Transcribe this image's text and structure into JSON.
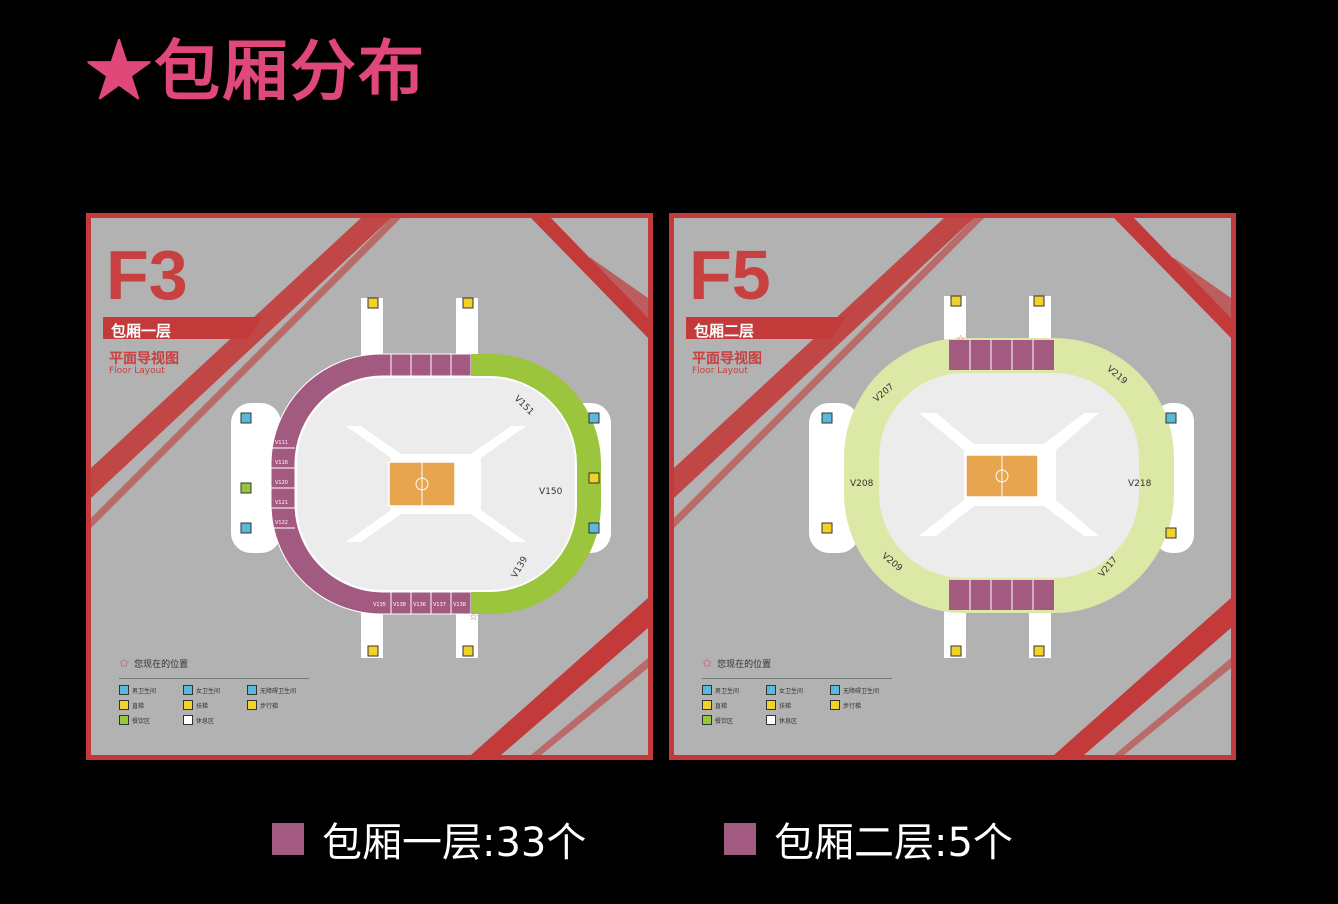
{
  "title": "★包厢分布",
  "colors": {
    "accent": "#e0487a",
    "panel_border": "#c23a3a",
    "box_purple": "#a35a80",
    "box_green": "#9bc53d",
    "box_lightgreen": "#dbe8a6",
    "court": "#e8a550",
    "panel_bg": "#b2b2b2"
  },
  "panels": [
    {
      "floor_code": "F3",
      "floor_name": "包厢一层",
      "subtitle": "平面导视图",
      "subtitle_en": "Floor Layout",
      "box_labels": [
        "V151",
        "V150",
        "V139",
        "V111",
        "V116",
        "V120",
        "V121",
        "V122",
        "V135",
        "V138",
        "V136",
        "V137",
        "V138"
      ],
      "legend": {
        "you_are_here": "您现在的位置",
        "items": [
          {
            "icon": "male-restroom-icon",
            "label": "男卫生间"
          },
          {
            "icon": "female-restroom-icon",
            "label": "女卫生间"
          },
          {
            "icon": "accessible-restroom-icon",
            "label": "无障碍卫生间"
          },
          {
            "icon": "elevator-icon",
            "label": "直梯"
          },
          {
            "icon": "escalator-icon",
            "label": "扶梯"
          },
          {
            "icon": "stairs-icon",
            "label": "步行梯"
          },
          {
            "icon": "food-area-icon",
            "label": "餐饮区"
          },
          {
            "icon": "smoking-area-icon",
            "label": "休息区"
          }
        ]
      }
    },
    {
      "floor_code": "F5",
      "floor_name": "包厢二层",
      "subtitle": "平面导视图",
      "subtitle_en": "Floor Layout",
      "box_labels": [
        "V207",
        "V219",
        "V208",
        "V218",
        "V209",
        "V217"
      ],
      "legend": {
        "you_are_here": "您现在的位置",
        "items": [
          {
            "icon": "male-restroom-icon",
            "label": "男卫生间"
          },
          {
            "icon": "female-restroom-icon",
            "label": "女卫生间"
          },
          {
            "icon": "accessible-restroom-icon",
            "label": "无障碍卫生间"
          },
          {
            "icon": "elevator-icon",
            "label": "直梯"
          },
          {
            "icon": "escalator-icon",
            "label": "扶梯"
          },
          {
            "icon": "stairs-icon",
            "label": "步行梯"
          },
          {
            "icon": "food-area-icon",
            "label": "餐饮区"
          },
          {
            "icon": "smoking-area-icon",
            "label": "休息区"
          }
        ]
      }
    }
  ],
  "footer": [
    {
      "label": "包厢一层:33个"
    },
    {
      "label": "包厢二层:5个"
    }
  ]
}
